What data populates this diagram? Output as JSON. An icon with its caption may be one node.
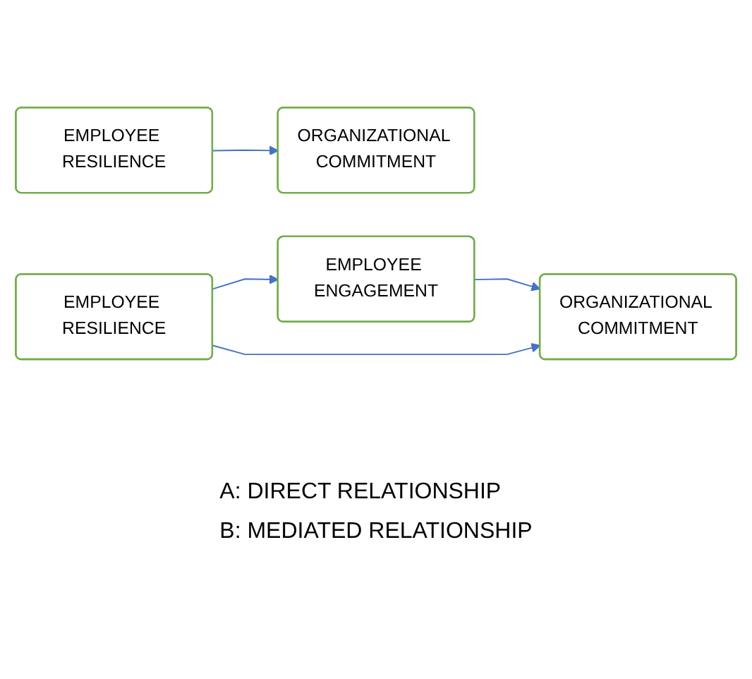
{
  "diagram": {
    "nodes": [
      {
        "text": [
          "EMPLOYEE RESILIENCE"
        ]
      },
      {
        "text": [
          "ORGANIZATIONAL COMMITMENT"
        ]
      },
      {
        "text": [
          "EMPLOYEE ENGAGEMENT"
        ]
      },
      {
        "text": [
          "EMPLOYEE RESILIENCE"
        ]
      },
      {
        "text": [
          "ORGANIZATIONAL COMMITMENT"
        ]
      }
    ],
    "edges": [
      {
        "from": 0,
        "to": 1,
        "arrow": "to"
      },
      {
        "from": 3,
        "to": 2,
        "arrow": "to"
      },
      {
        "from": 2,
        "to": 4,
        "arrow": "to"
      },
      {
        "from": 3,
        "to": 4,
        "arrow": "to"
      }
    ],
    "labels": [
      "A: DIRECT RELATIONSHIP",
      "B: MEDIATED RELATIONSHIP"
    ]
  }
}
